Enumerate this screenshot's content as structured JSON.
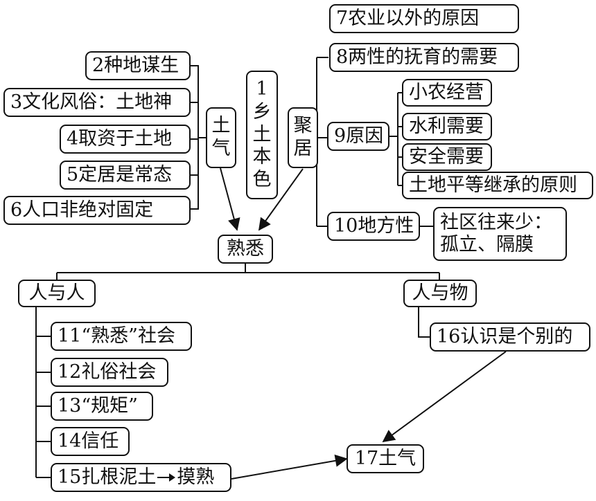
{
  "center": "熟悉",
  "left_branch": {
    "shiqi": [
      "土",
      "气"
    ],
    "items": [
      "2种地谋生",
      "3文化风俗：土地神",
      "4取资于土地",
      "5定居是常态",
      "6人口非绝对固定"
    ]
  },
  "middle": [
    "1",
    "乡",
    "土",
    "本",
    "色"
  ],
  "right_branch": {
    "juju": [
      "聚",
      "居"
    ],
    "items": [
      "7农业以外的原因",
      "8两性的抚育的需要",
      "9原因",
      "10地方性"
    ],
    "reasons": [
      "小农经营",
      "水利需要",
      "安全需要",
      "土地平等继承的原则"
    ],
    "locality_result": [
      "社区往来少：",
      "孤立、隔膜"
    ]
  },
  "people_people": {
    "title": "人与人",
    "items": [
      "11“熟悉”社会",
      "12礼俗社会",
      "13“规矩”",
      "14信任"
    ],
    "last": {
      "left": "15扎根泥土",
      "right": "摸熟"
    }
  },
  "people_things": {
    "title": "人与物",
    "items": [
      "16认识是个别的"
    ]
  },
  "final": "17土气",
  "colors": {
    "line": "#111111",
    "background": "#ffffff"
  }
}
